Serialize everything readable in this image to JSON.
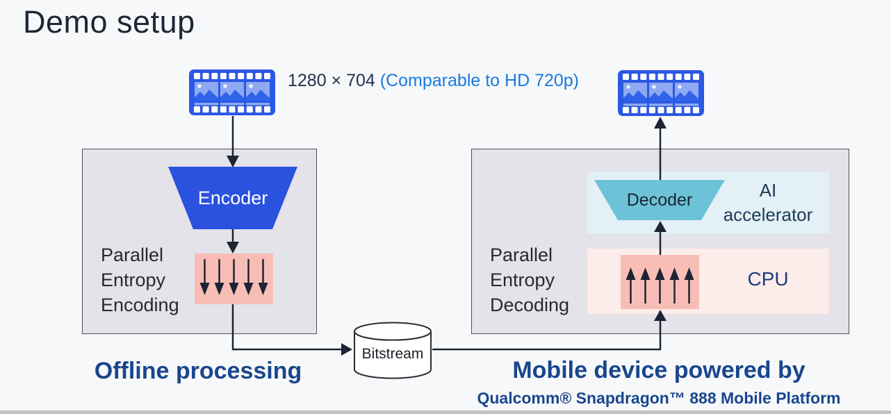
{
  "title": "Demo setup",
  "source_video": {
    "resolution": "1280 × 704 ",
    "resolution_note": "(Comparable to HD 720p)"
  },
  "offline": {
    "encoder_label": "Encoder",
    "entropy_label": "Parallel\nEntropy\nEncoding",
    "caption": "Offline processing"
  },
  "bitstream": {
    "label": "Bitstream"
  },
  "mobile": {
    "decoder_label": "Decoder",
    "ai_accelerator_label": "AI\naccelerator",
    "cpu_label": "CPU",
    "entropy_label": "Parallel\nEntropy\nDecoding",
    "caption": "Mobile device powered by",
    "platform": "Qualcomm® Snapdragon™ 888 Mobile Platform"
  },
  "icons": {
    "source_filmstrip": "filmstrip-icon",
    "output_filmstrip": "filmstrip-icon",
    "encoder_arrows": "five-down-arrows-icon",
    "decoder_arrows": "five-up-arrows-icon"
  },
  "colors": {
    "background": "#f7f8f9",
    "panel_gray": "#e3e3e9",
    "encoder_blue": "#2b52de",
    "decoder_teal": "#6ec2d7",
    "entropy_pink": "#f8beb5",
    "ai_panel": "#e3f1f7",
    "cpu_panel": "#fdedea",
    "filmstrip_blue": "#2b58e4",
    "caption_blue": "#1a468e",
    "note_blue": "#1a7ae0",
    "connector_dark": "#1d2433"
  }
}
